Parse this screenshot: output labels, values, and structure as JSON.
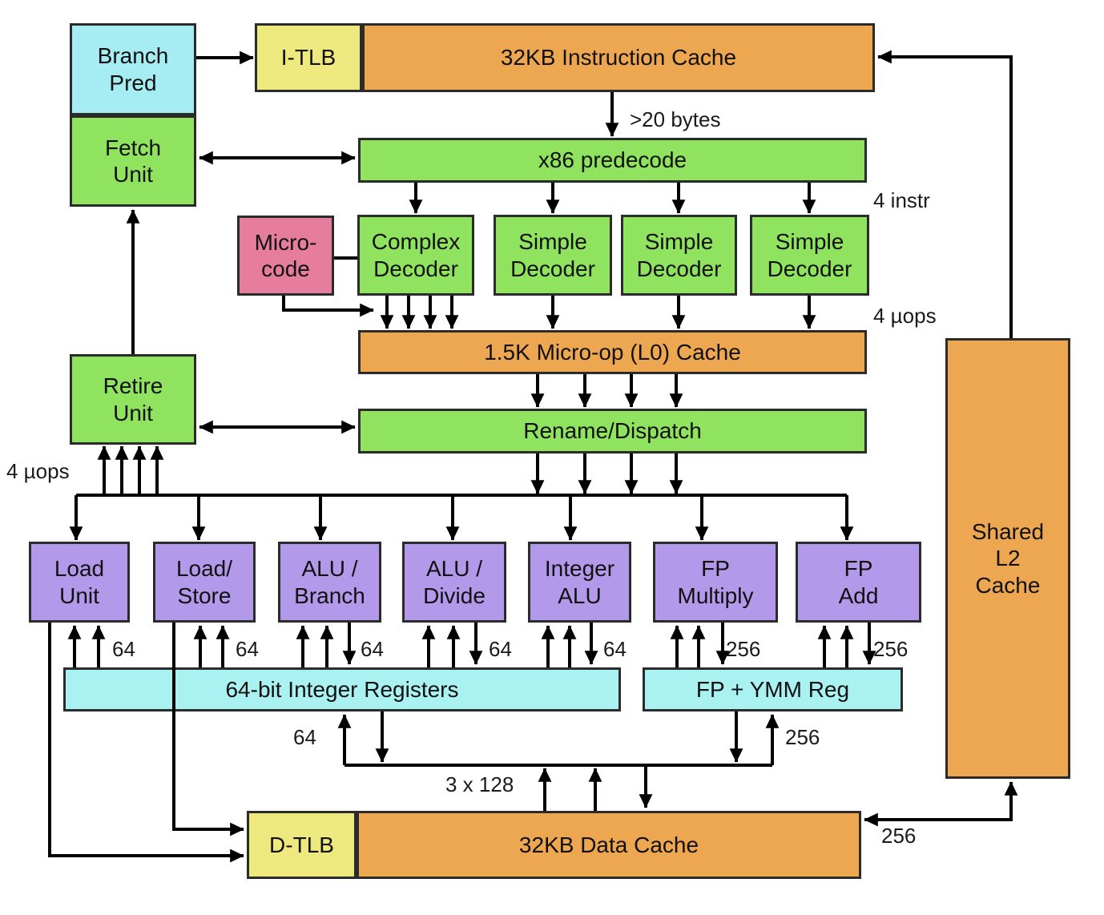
{
  "diagram": {
    "colors": {
      "cyan": "#a5edf2",
      "registers_cyan": "#aaf2f1",
      "green": "#90e35f",
      "orange": "#eda750",
      "yellow": "#eee97e",
      "pink": "#e67d9d",
      "purple": "#b299e9",
      "wire": "#000000"
    },
    "nodes": {
      "branch_pred": {
        "label": "Branch\nPred"
      },
      "fetch_unit": {
        "label": "Fetch\nUnit"
      },
      "itlb": {
        "label": "I-TLB"
      },
      "icache": {
        "label": "32KB Instruction Cache"
      },
      "predecode": {
        "label": "x86 predecode"
      },
      "microcode": {
        "label": "Micro-\ncode"
      },
      "complex_decoder": {
        "label": "Complex\nDecoder"
      },
      "simple_decoder_1": {
        "label": "Simple\nDecoder"
      },
      "simple_decoder_2": {
        "label": "Simple\nDecoder"
      },
      "simple_decoder_3": {
        "label": "Simple\nDecoder"
      },
      "l0_cache": {
        "label": "1.5K Micro-op (L0) Cache"
      },
      "retire_unit": {
        "label": "Retire\nUnit"
      },
      "rename_dispatch": {
        "label": "Rename/Dispatch"
      },
      "load_unit": {
        "label": "Load\nUnit"
      },
      "load_store": {
        "label": "Load/\nStore"
      },
      "alu_branch": {
        "label": "ALU /\nBranch"
      },
      "alu_divide": {
        "label": "ALU /\nDivide"
      },
      "integer_alu": {
        "label": "Integer\nALU"
      },
      "fp_multiply": {
        "label": "FP\nMultiply"
      },
      "fp_add": {
        "label": "FP\nAdd"
      },
      "int_registers": {
        "label": "64-bit Integer Registers"
      },
      "fp_ymm_reg": {
        "label": "FP + YMM Reg"
      },
      "dtlb": {
        "label": "D-TLB"
      },
      "dcache": {
        "label": "32KB Data Cache"
      },
      "l2_cache": {
        "label": "Shared\nL2\nCache"
      }
    },
    "edge_labels": {
      "gt20_bytes": ">20 bytes",
      "four_instr": "4 instr",
      "four_uops_right": "4 µops",
      "four_uops_left": "4 µops",
      "w64_load_unit": "64",
      "w64_load_store": "64",
      "w64_alu_branch": "64",
      "w64_alu_divide": "64",
      "w64_integer_alu": "64",
      "w256_fp_multiply": "256",
      "w256_fp_add": "256",
      "w64_int_reg": "64",
      "w256_fp_reg": "256",
      "bus_3x128": "3 x 128",
      "w256_l2": "256"
    }
  }
}
